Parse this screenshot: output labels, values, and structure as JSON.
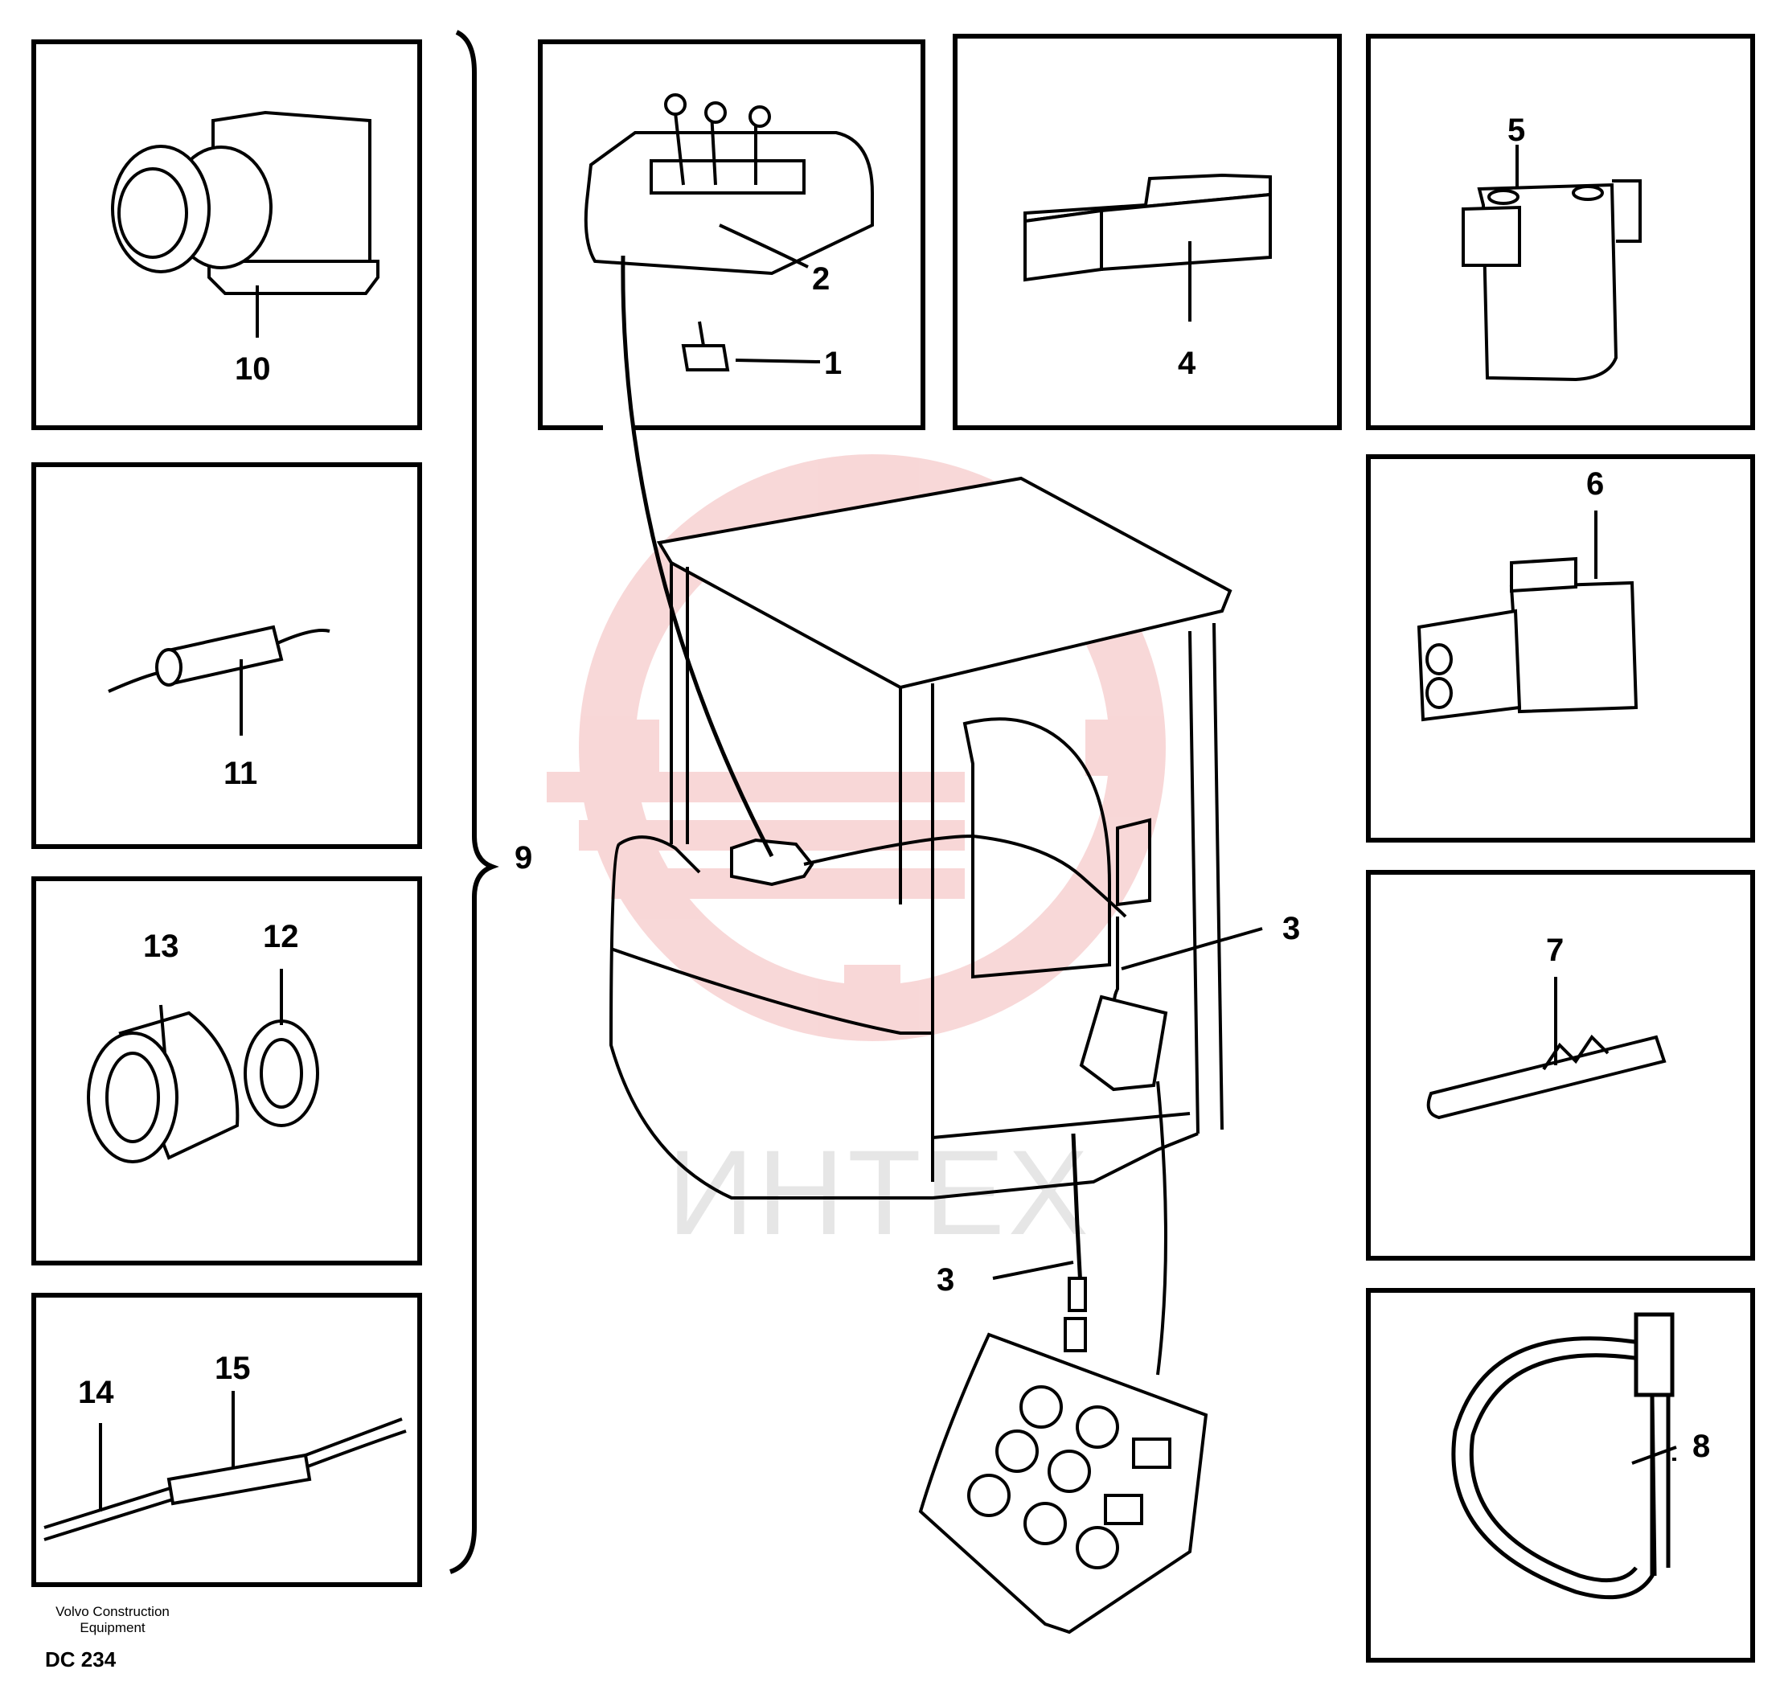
{
  "labels": {
    "l1": "1",
    "l2": "2",
    "l3a": "3",
    "l3b": "3",
    "l4": "4",
    "l5": "5",
    "l6": "6",
    "l7": "7",
    "l8": "8",
    "l9": "9",
    "l10": "10",
    "l11": "11",
    "l12": "12",
    "l13": "13",
    "l14": "14",
    "l15": "15"
  },
  "watermark": {
    "text": "ИНТЕХ"
  },
  "footer": {
    "manufacturer": "Volvo Construction Equipment",
    "code": "DC 234"
  },
  "colors": {
    "line": "#000000",
    "watermark": "#f3c7c7",
    "watermark_text": "#e6e6e6"
  }
}
